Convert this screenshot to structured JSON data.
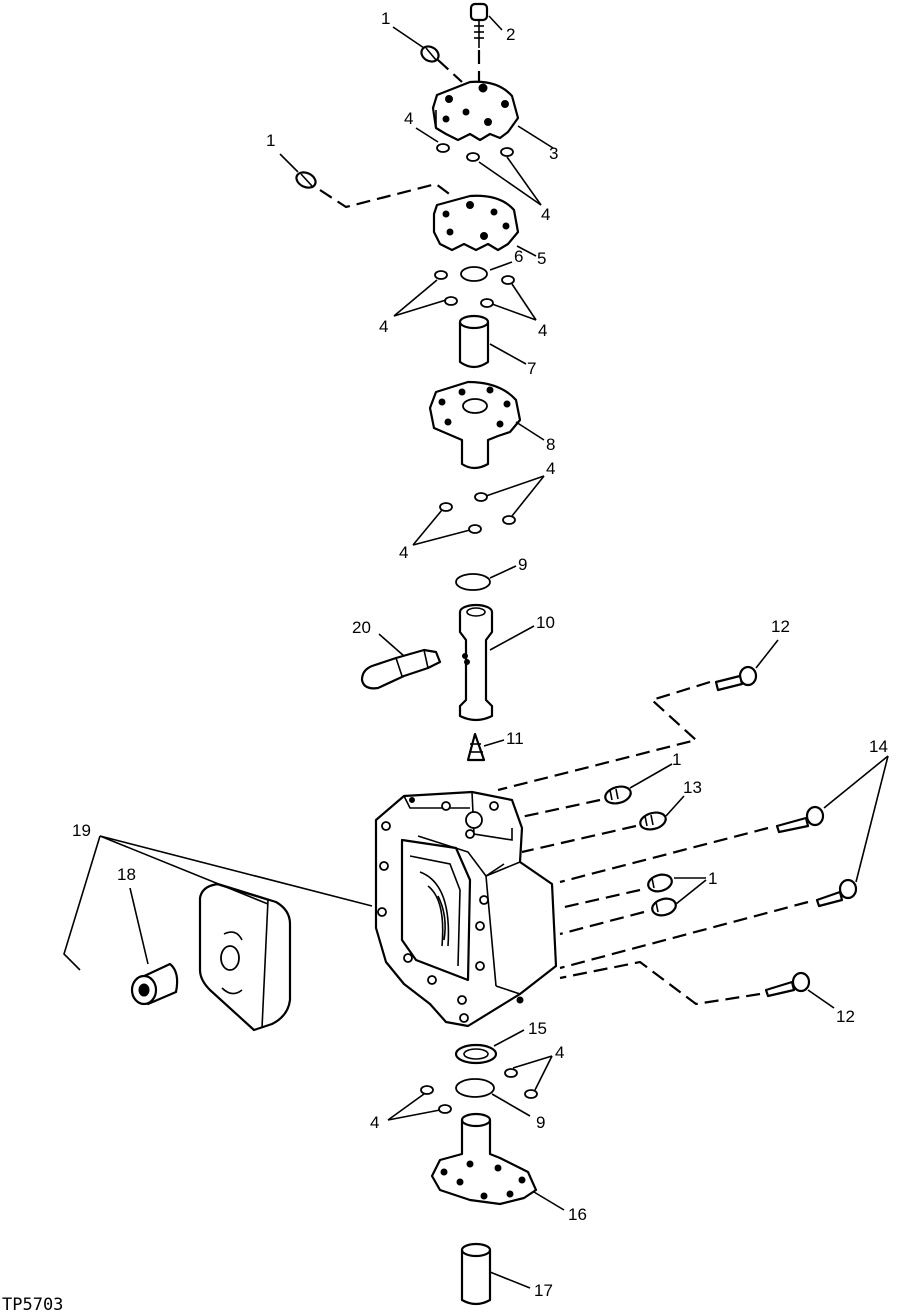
{
  "figure_code": "TP5703",
  "callouts": {
    "c1a": "1",
    "c2": "2",
    "c3": "3",
    "c4a": "4",
    "c1b": "1",
    "c4b": "4",
    "c6": "6",
    "c5": "5",
    "c4c": "4",
    "c4d": "4",
    "c7": "7",
    "c8": "8",
    "c4e": "4",
    "c4f": "4",
    "c9a": "9",
    "c20": "20",
    "c10": "10",
    "c12a": "12",
    "c11": "11",
    "c1c": "1",
    "c13": "13",
    "c14": "14",
    "c19": "19",
    "c18": "18",
    "c1d": "1",
    "c12b": "12",
    "c15": "15",
    "c4g": "4",
    "c4h": "4",
    "c9b": "9",
    "c16": "16",
    "c17": "17"
  }
}
